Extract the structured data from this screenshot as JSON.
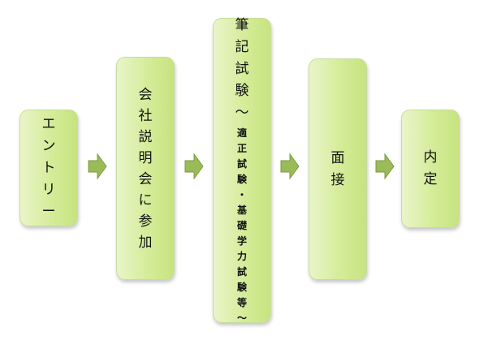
{
  "flow": {
    "steps": [
      {
        "label": "エ\nン\nト\nリ\nー"
      },
      {
        "label": "会\n社\n説\n明\n会\nに\n参\n加"
      },
      {
        "label": "筆\n記\n試\n験\n～",
        "sub": "適\n正\n試\n験\n・\n基\n礎\n学\n力\n試\n験\n等\n～"
      },
      {
        "label": "面\n接"
      },
      {
        "label": "内\n定"
      }
    ]
  },
  "colors": {
    "box_light": "#e9f5c9",
    "box_dark": "#c7e380",
    "box_border": "#c6dc9e",
    "arrow_fill": "#9bbb59",
    "arrow_stroke": "#7b9a3c"
  },
  "icons": {
    "connector": "arrow-right-icon"
  }
}
